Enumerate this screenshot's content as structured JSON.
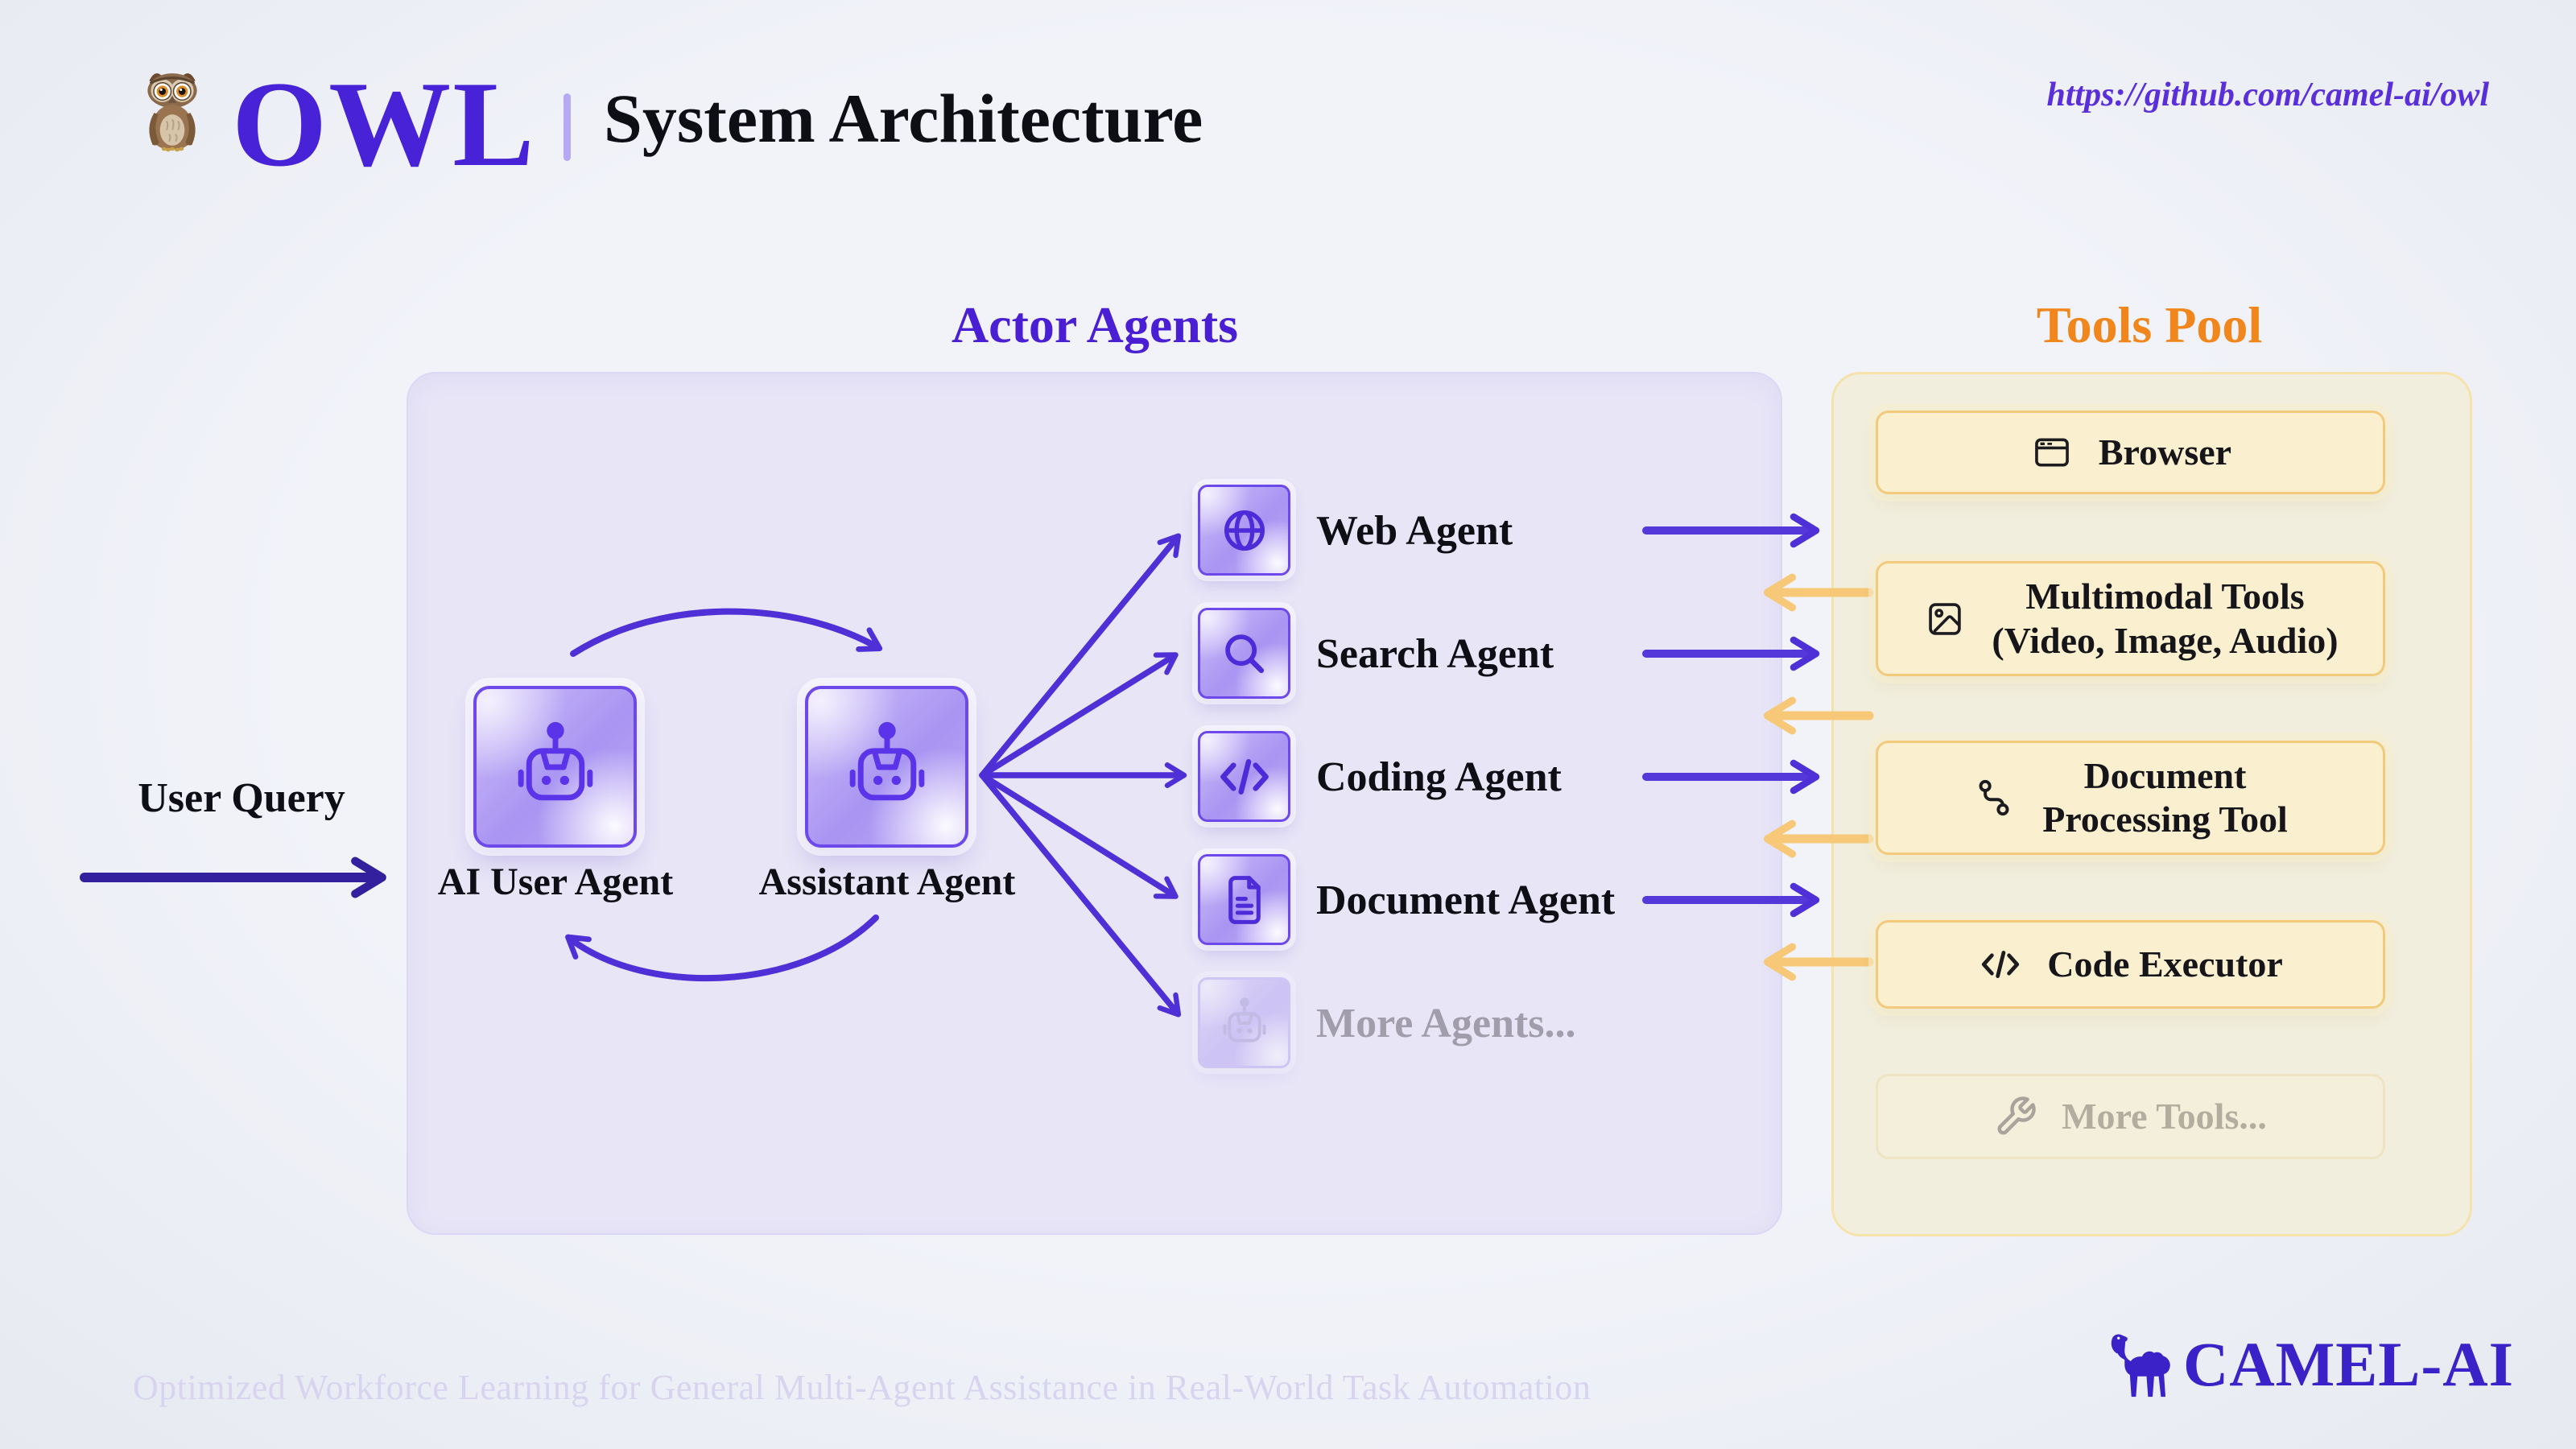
{
  "header": {
    "logo": "OWL",
    "title": "System Architecture",
    "link": "https://github.com/camel-ai/owl"
  },
  "actor_section": {
    "heading": "Actor Agents",
    "input_label": "User Query",
    "loop_agents": [
      {
        "label": "AI User Agent",
        "icon": "robot-icon"
      },
      {
        "label": "Assistant Agent",
        "icon": "robot-icon"
      }
    ],
    "agents": [
      {
        "label": "Web Agent",
        "icon": "globe-icon"
      },
      {
        "label": "Search Agent",
        "icon": "search-icon"
      },
      {
        "label": "Coding Agent",
        "icon": "code-icon"
      },
      {
        "label": "Document Agent",
        "icon": "document-icon"
      },
      {
        "label": "More Agents...",
        "icon": "robot-icon",
        "muted": true
      }
    ]
  },
  "tools_section": {
    "heading": "Tools Pool",
    "tools": [
      {
        "label": "Browser",
        "icon": "browser-icon"
      },
      {
        "label": "Multimodal Tools",
        "sublabel": "(Video, Image, Audio)",
        "icon": "image-icon"
      },
      {
        "label": "Document",
        "sublabel": "Processing Tool",
        "icon": "route-icon"
      },
      {
        "label": "Code Executor",
        "icon": "code-icon"
      },
      {
        "label": "More Tools...",
        "icon": "wrench-icon",
        "muted": true
      }
    ]
  },
  "footer": {
    "tagline": "Optimized Workforce Learning for General Multi-Agent Assistance in Real-World Task Automation",
    "brand": "CAMEL-AI"
  },
  "colors": {
    "background": "#eef0f6",
    "purple_brand": "#4822d6",
    "purple_heading": "#4a1fd4",
    "purple_arrow": "#4e30d6",
    "dark_purple_arrow": "#32209e",
    "robot_stroke": "#5b33e8",
    "orange_heading": "#f0861c",
    "orange_arrow": "#f6c877",
    "tool_card_fill": "#faf0cf",
    "tool_card_border": "#f3ca7b",
    "tools_box_fill": "#f1eede",
    "actor_box_fill": "#e8e5f7",
    "muted_text": "#a29daa",
    "camel_brand": "#3a22c8"
  }
}
